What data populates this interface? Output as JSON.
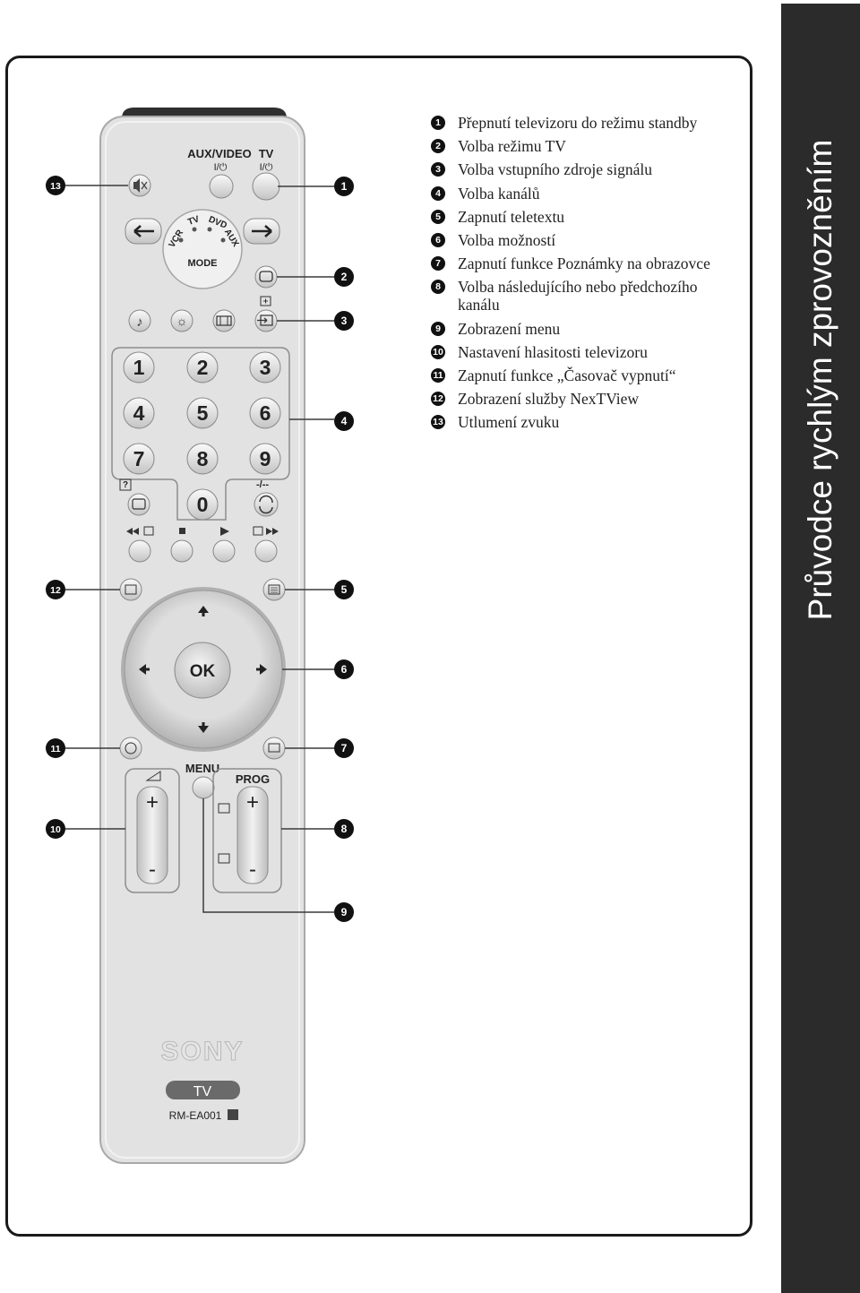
{
  "sidebar": {
    "title": "Průvodce rychlým zprovozněním"
  },
  "legend": [
    {
      "num": "1",
      "text": "Přepnutí televizoru do režimu standby"
    },
    {
      "num": "2",
      "text": "Volba režimu TV"
    },
    {
      "num": "3",
      "text": "Volba vstupního zdroje signálu"
    },
    {
      "num": "4",
      "text": "Volba kanálů"
    },
    {
      "num": "5",
      "text": "Zapnutí teletextu"
    },
    {
      "num": "6",
      "text": "Volba možností"
    },
    {
      "num": "7",
      "text": "Zapnutí funkce Poznámky na obrazovce"
    },
    {
      "num": "8",
      "text": "Volba následujícího nebo předchozího kanálu"
    },
    {
      "num": "9",
      "text": "Zobrazení menu"
    },
    {
      "num": "10",
      "text": "Nastavení hlasitosti televizoru"
    },
    {
      "num": "11",
      "text": "Zapnutí funkce „Časovač vypnutí“"
    },
    {
      "num": "12",
      "text": "Zobrazení služby NexTView"
    },
    {
      "num": "13",
      "text": "Utlumení zvuku"
    }
  ],
  "remote": {
    "aux_video_label": "AUX/VIDEO",
    "tv_label": "TV",
    "power_symbol": "I/⏻",
    "mode_label": "MODE",
    "mode_positions": {
      "vcr": "VCR",
      "tv": "TV",
      "dvd": "DVD",
      "aux": "AUX"
    },
    "digits": [
      "1",
      "2",
      "3",
      "4",
      "5",
      "6",
      "7",
      "8",
      "9",
      "0"
    ],
    "question_mark": "?",
    "channel_dash": "-/--",
    "ok_label": "OK",
    "menu_label": "MENU",
    "prog_label": "PROG",
    "plus": "+",
    "minus": "-",
    "brand": "SONY",
    "tv_badge": "TV",
    "model": "RM-EA001"
  },
  "callouts": {
    "c1": "1",
    "c2": "2",
    "c3": "3",
    "c4": "4",
    "c5": "5",
    "c6": "6",
    "c7": "7",
    "c8": "8",
    "c9": "9",
    "c10": "10",
    "c11": "11",
    "c12": "12",
    "c13": "13"
  },
  "colors": {
    "sidebar": "#2b2b2b",
    "remote_body": "#e2e2e2",
    "callout": "#111111"
  }
}
